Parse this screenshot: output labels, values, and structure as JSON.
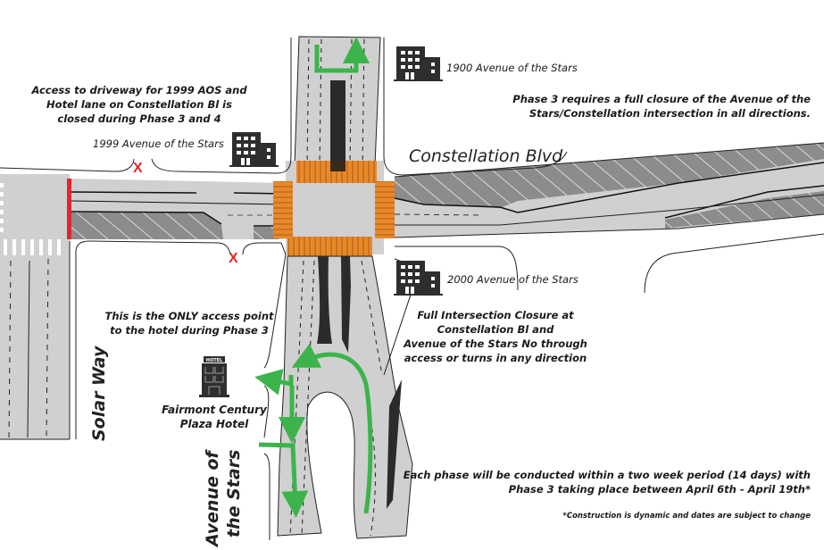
{
  "streets": {
    "constellation": "Constellation Blvd",
    "solar_way": "Solar Way",
    "avenue_line1": "Avenue of",
    "avenue_line2": "the Stars"
  },
  "buildings": {
    "b1900": "1900 Avenue of the Stars",
    "b1999": "1999 Avenue of the Stars",
    "b2000": "2000 Avenue of the Stars",
    "hotel_line1": "Fairmont Century",
    "hotel_line2": "Plaza Hotel",
    "hotel_sign": "HOTEL"
  },
  "notes": {
    "driveway_closure": [
      "Access to driveway for 1999 AOS and",
      "Hotel lane on Constellation Bl is",
      "closed during Phase 3 and 4"
    ],
    "phase3_closure": [
      "Phase 3 requires a full closure of the Avenue of the",
      "Stars/Constellation intersection in all directions."
    ],
    "intersection_closure": [
      "Full Intersection Closure at",
      "Constellation Bl and",
      "Avenue of the Stars No through",
      "access or turns in any direction"
    ],
    "hotel_access": [
      "This is the ONLY access point",
      "to the hotel during Phase 3"
    ],
    "schedule": [
      "Each phase will be conducted within a two week period (14 days) with",
      "Phase 3 taking place between April 6th - April 19th*"
    ],
    "disclaimer": "*Construction is dynamic and dates are subject to change"
  },
  "markers": {
    "closed_symbol": "X"
  },
  "colors": {
    "road": "#d0d0d0",
    "closed_hatch": "#8c8c8c",
    "crosswalk_closure": "#e8892a",
    "detour_arrow": "#3cb44b",
    "closed_marker": "#e3262b",
    "median": "#2b2b2b",
    "building": "#2e2e2e"
  }
}
